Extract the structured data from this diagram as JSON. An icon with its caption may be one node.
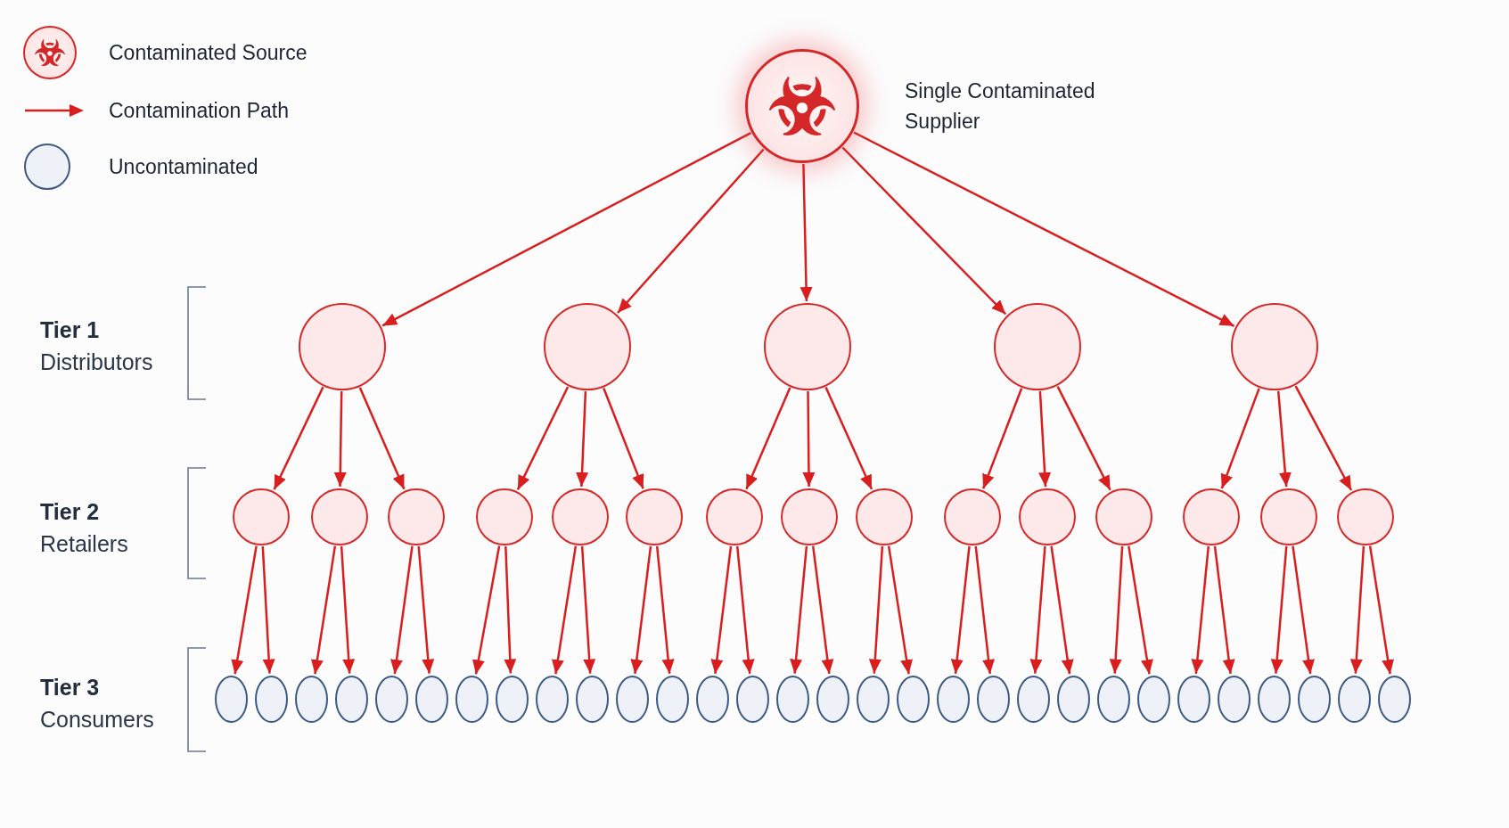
{
  "diagram": {
    "nodes": [
      {
        "text": [],
        "shape": "circle",
        "beside": [
          "Single Contaminated Supplier"
        ]
      },
      {
        "text": [],
        "shape": "circle"
      },
      {
        "text": [],
        "shape": "circle"
      },
      {
        "text": [],
        "shape": "circle"
      },
      {
        "text": [],
        "shape": "circle"
      },
      {
        "text": [],
        "shape": "circle"
      },
      {
        "text": [],
        "shape": "circle"
      },
      {
        "text": [],
        "shape": "circle"
      },
      {
        "text": [],
        "shape": "circle"
      },
      {
        "text": [],
        "shape": "circle"
      },
      {
        "text": [],
        "shape": "circle"
      },
      {
        "text": [],
        "shape": "circle"
      },
      {
        "text": [],
        "shape": "circle"
      },
      {
        "text": [],
        "shape": "circle"
      },
      {
        "text": [],
        "shape": "circle"
      },
      {
        "text": [],
        "shape": "circle"
      },
      {
        "text": [],
        "shape": "circle"
      },
      {
        "text": [],
        "shape": "circle"
      },
      {
        "text": [],
        "shape": "circle"
      },
      {
        "text": [],
        "shape": "circle"
      },
      {
        "text": [],
        "shape": "circle"
      },
      {
        "text": [],
        "shape": "ellipse"
      },
      {
        "text": [],
        "shape": "ellipse"
      },
      {
        "text": [],
        "shape": "ellipse"
      },
      {
        "text": [],
        "shape": "ellipse"
      },
      {
        "text": [],
        "shape": "ellipse"
      },
      {
        "text": [],
        "shape": "ellipse"
      },
      {
        "text": [],
        "shape": "ellipse"
      },
      {
        "text": [],
        "shape": "ellipse"
      },
      {
        "text": [],
        "shape": "ellipse"
      },
      {
        "text": [],
        "shape": "ellipse"
      },
      {
        "text": [],
        "shape": "ellipse"
      },
      {
        "text": [],
        "shape": "ellipse"
      },
      {
        "text": [],
        "shape": "ellipse"
      },
      {
        "text": [],
        "shape": "ellipse"
      },
      {
        "text": [],
        "shape": "ellipse"
      },
      {
        "text": [],
        "shape": "ellipse"
      },
      {
        "text": [],
        "shape": "ellipse"
      },
      {
        "text": [],
        "shape": "ellipse"
      },
      {
        "text": [],
        "shape": "ellipse"
      },
      {
        "text": [],
        "shape": "ellipse"
      },
      {
        "text": [],
        "shape": "ellipse"
      },
      {
        "text": [],
        "shape": "ellipse"
      },
      {
        "text": [],
        "shape": "ellipse"
      },
      {
        "text": [],
        "shape": "ellipse"
      },
      {
        "text": [],
        "shape": "ellipse"
      },
      {
        "text": [],
        "shape": "ellipse"
      },
      {
        "text": [],
        "shape": "ellipse"
      },
      {
        "text": [],
        "shape": "ellipse"
      },
      {
        "text": [],
        "shape": "ellipse"
      },
      {
        "text": [],
        "shape": "ellipse"
      }
    ],
    "edges": [
      {
        "from": 0,
        "to": 1,
        "arrow": "to"
      },
      {
        "from": 0,
        "to": 2,
        "arrow": "to"
      },
      {
        "from": 0,
        "to": 3,
        "arrow": "to"
      },
      {
        "from": 0,
        "to": 4,
        "arrow": "to"
      },
      {
        "from": 0,
        "to": 5,
        "arrow": "to"
      },
      {
        "from": 1,
        "to": 6,
        "arrow": "to"
      },
      {
        "from": 1,
        "to": 7,
        "arrow": "to"
      },
      {
        "from": 1,
        "to": 8,
        "arrow": "to"
      },
      {
        "from": 2,
        "to": 9,
        "arrow": "to"
      },
      {
        "from": 2,
        "to": 10,
        "arrow": "to"
      },
      {
        "from": 2,
        "to": 11,
        "arrow": "to"
      },
      {
        "from": 3,
        "to": 12,
        "arrow": "to"
      },
      {
        "from": 3,
        "to": 13,
        "arrow": "to"
      },
      {
        "from": 3,
        "to": 14,
        "arrow": "to"
      },
      {
        "from": 4,
        "to": 15,
        "arrow": "to"
      },
      {
        "from": 4,
        "to": 16,
        "arrow": "to"
      },
      {
        "from": 4,
        "to": 17,
        "arrow": "to"
      },
      {
        "from": 5,
        "to": 18,
        "arrow": "to"
      },
      {
        "from": 5,
        "to": 19,
        "arrow": "to"
      },
      {
        "from": 5,
        "to": 20,
        "arrow": "to"
      },
      {
        "from": 6,
        "to": 21,
        "arrow": "to"
      },
      {
        "from": 6,
        "to": 22,
        "arrow": "to"
      },
      {
        "from": 7,
        "to": 23,
        "arrow": "to"
      },
      {
        "from": 7,
        "to": 24,
        "arrow": "to"
      },
      {
        "from": 8,
        "to": 25,
        "arrow": "to"
      },
      {
        "from": 8,
        "to": 26,
        "arrow": "to"
      },
      {
        "from": 9,
        "to": 27,
        "arrow": "to"
      },
      {
        "from": 9,
        "to": 28,
        "arrow": "to"
      },
      {
        "from": 10,
        "to": 29,
        "arrow": "to"
      },
      {
        "from": 10,
        "to": 30,
        "arrow": "to"
      },
      {
        "from": 11,
        "to": 31,
        "arrow": "to"
      },
      {
        "from": 11,
        "to": 32,
        "arrow": "to"
      },
      {
        "from": 12,
        "to": 33,
        "arrow": "to"
      },
      {
        "from": 12,
        "to": 34,
        "arrow": "to"
      },
      {
        "from": 13,
        "to": 35,
        "arrow": "to"
      },
      {
        "from": 13,
        "to": 36,
        "arrow": "to"
      },
      {
        "from": 14,
        "to": 37,
        "arrow": "to"
      },
      {
        "from": 14,
        "to": 38,
        "arrow": "to"
      },
      {
        "from": 15,
        "to": 39,
        "arrow": "to"
      },
      {
        "from": 15,
        "to": 40,
        "arrow": "to"
      },
      {
        "from": 16,
        "to": 41,
        "arrow": "to"
      },
      {
        "from": 16,
        "to": 42,
        "arrow": "to"
      },
      {
        "from": 17,
        "to": 43,
        "arrow": "to"
      },
      {
        "from": 17,
        "to": 44,
        "arrow": "to"
      },
      {
        "from": 18,
        "to": 45,
        "arrow": "to"
      },
      {
        "from": 18,
        "to": 46,
        "arrow": "to"
      },
      {
        "from": 19,
        "to": 47,
        "arrow": "to"
      },
      {
        "from": 19,
        "to": 48,
        "arrow": "to"
      },
      {
        "from": 20,
        "to": 49,
        "arrow": "to"
      },
      {
        "from": 20,
        "to": 50,
        "arrow": "to"
      }
    ],
    "labels": [
      "Tier 1",
      "Distributors",
      "Tier 2",
      "Retailers",
      "Tier 3",
      "Consumers"
    ],
    "legend": [
      {
        "text": "Contaminated Source"
      },
      {
        "text": "Contamination Path"
      },
      {
        "text": "Uncontaminated"
      }
    ]
  }
}
